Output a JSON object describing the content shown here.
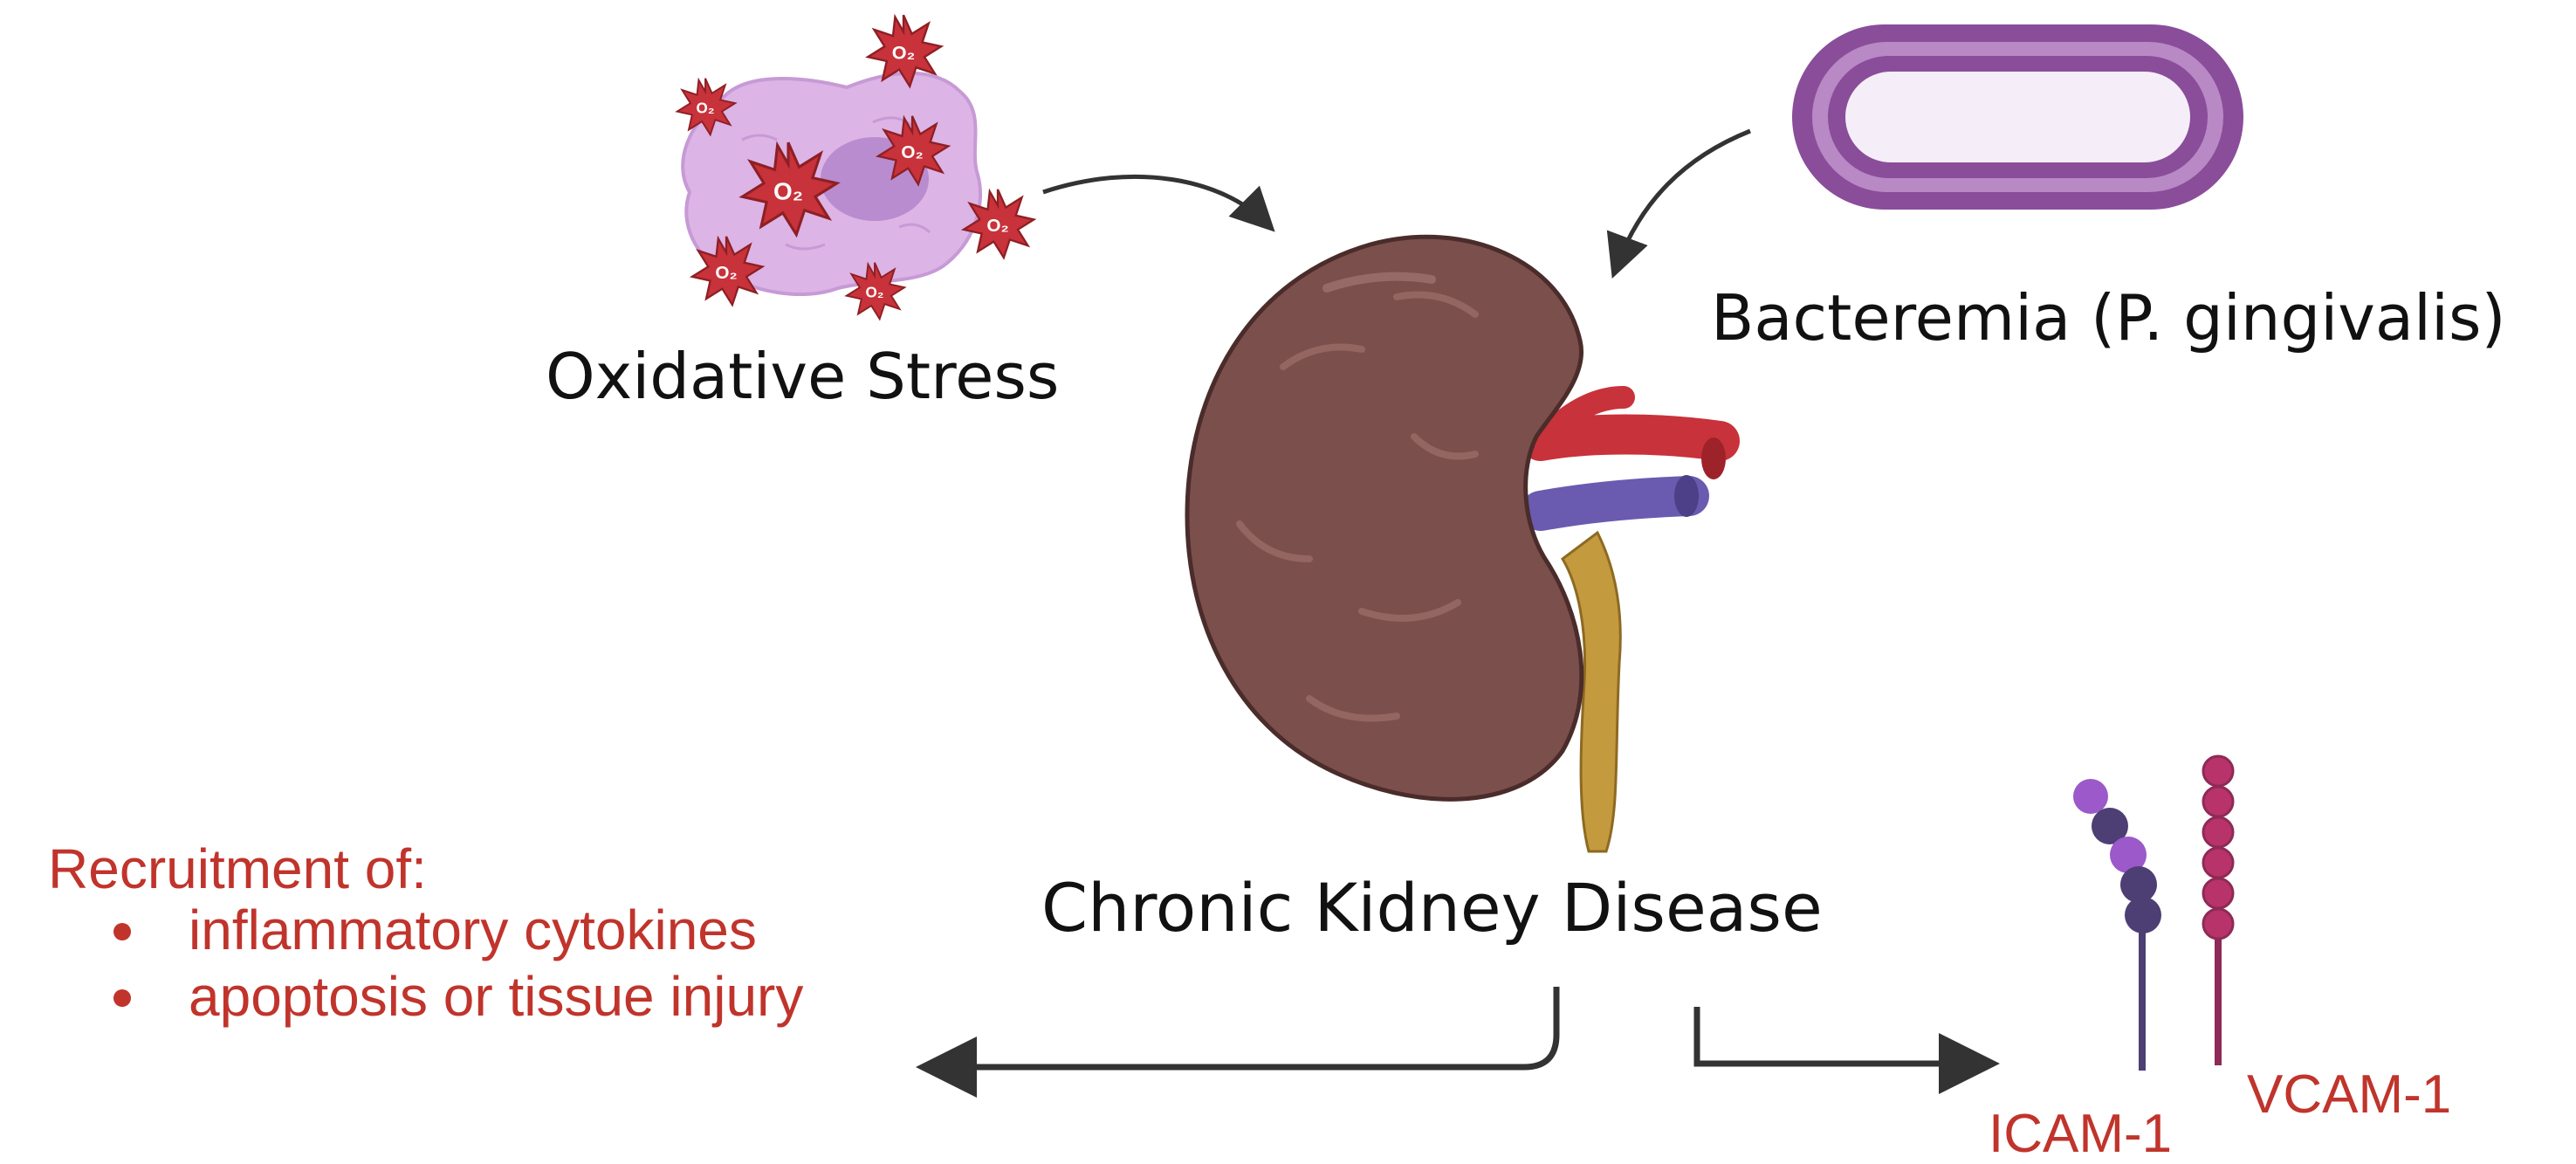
{
  "labels": {
    "oxidative_stress": "Oxidative Stress",
    "bacteremia": "Bacteremia (P. gingivalis)",
    "chronic_kidney_disease": "Chronic Kidney Disease",
    "recruitment_heading": "Recruitment of:",
    "recruitment_items": [
      "inflammatory cytokines",
      "apoptosis or tissue injury"
    ],
    "icam": "ICAM-1",
    "vcam": "VCAM-1",
    "o2_symbol": "O₂"
  },
  "colors": {
    "text_dark": "#111111",
    "text_red": "#c0342c",
    "kidney": "#7b4f4c",
    "kidney_outline": "#4a2c2a",
    "artery": "#c8323a",
    "vein": "#6a5bb0",
    "ureter": "#c49a3e",
    "bacterium": "#8a4d9a",
    "cell": "#dcb4e6",
    "ros_burst": "#c8323a",
    "icam_bead_purple": "#9b59c9",
    "icam_bead_dark": "#4d3f74",
    "vcam": "#b8336a",
    "arrow": "#333333"
  },
  "icons": [
    "stressed-cell-icon",
    "ros-burst-icon",
    "bacterium-icon",
    "kidney-icon",
    "icam-molecule-icon",
    "vcam-molecule-icon"
  ]
}
